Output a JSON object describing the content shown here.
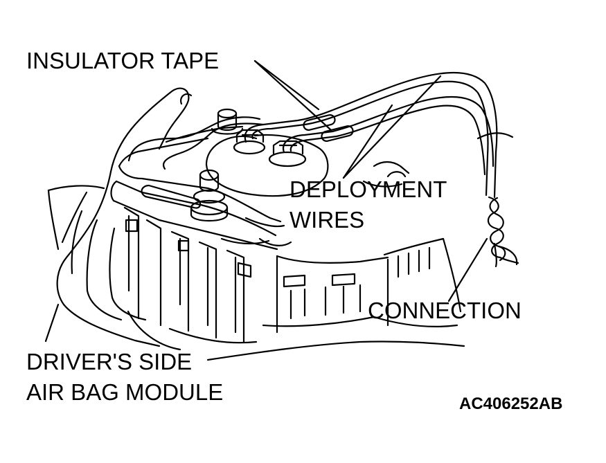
{
  "labels": {
    "insulator_tape": "INSULATOR TAPE",
    "deployment_line1": "DEPLOYMENT",
    "deployment_line2": "WIRES",
    "connection": "CONNECTION",
    "module_line1": "DRIVER'S SIDE",
    "module_line2": "AIR BAG MODULE"
  },
  "figure_code": "AC406252AB",
  "colors": {
    "ink": "#000000",
    "paper": "#ffffff"
  }
}
